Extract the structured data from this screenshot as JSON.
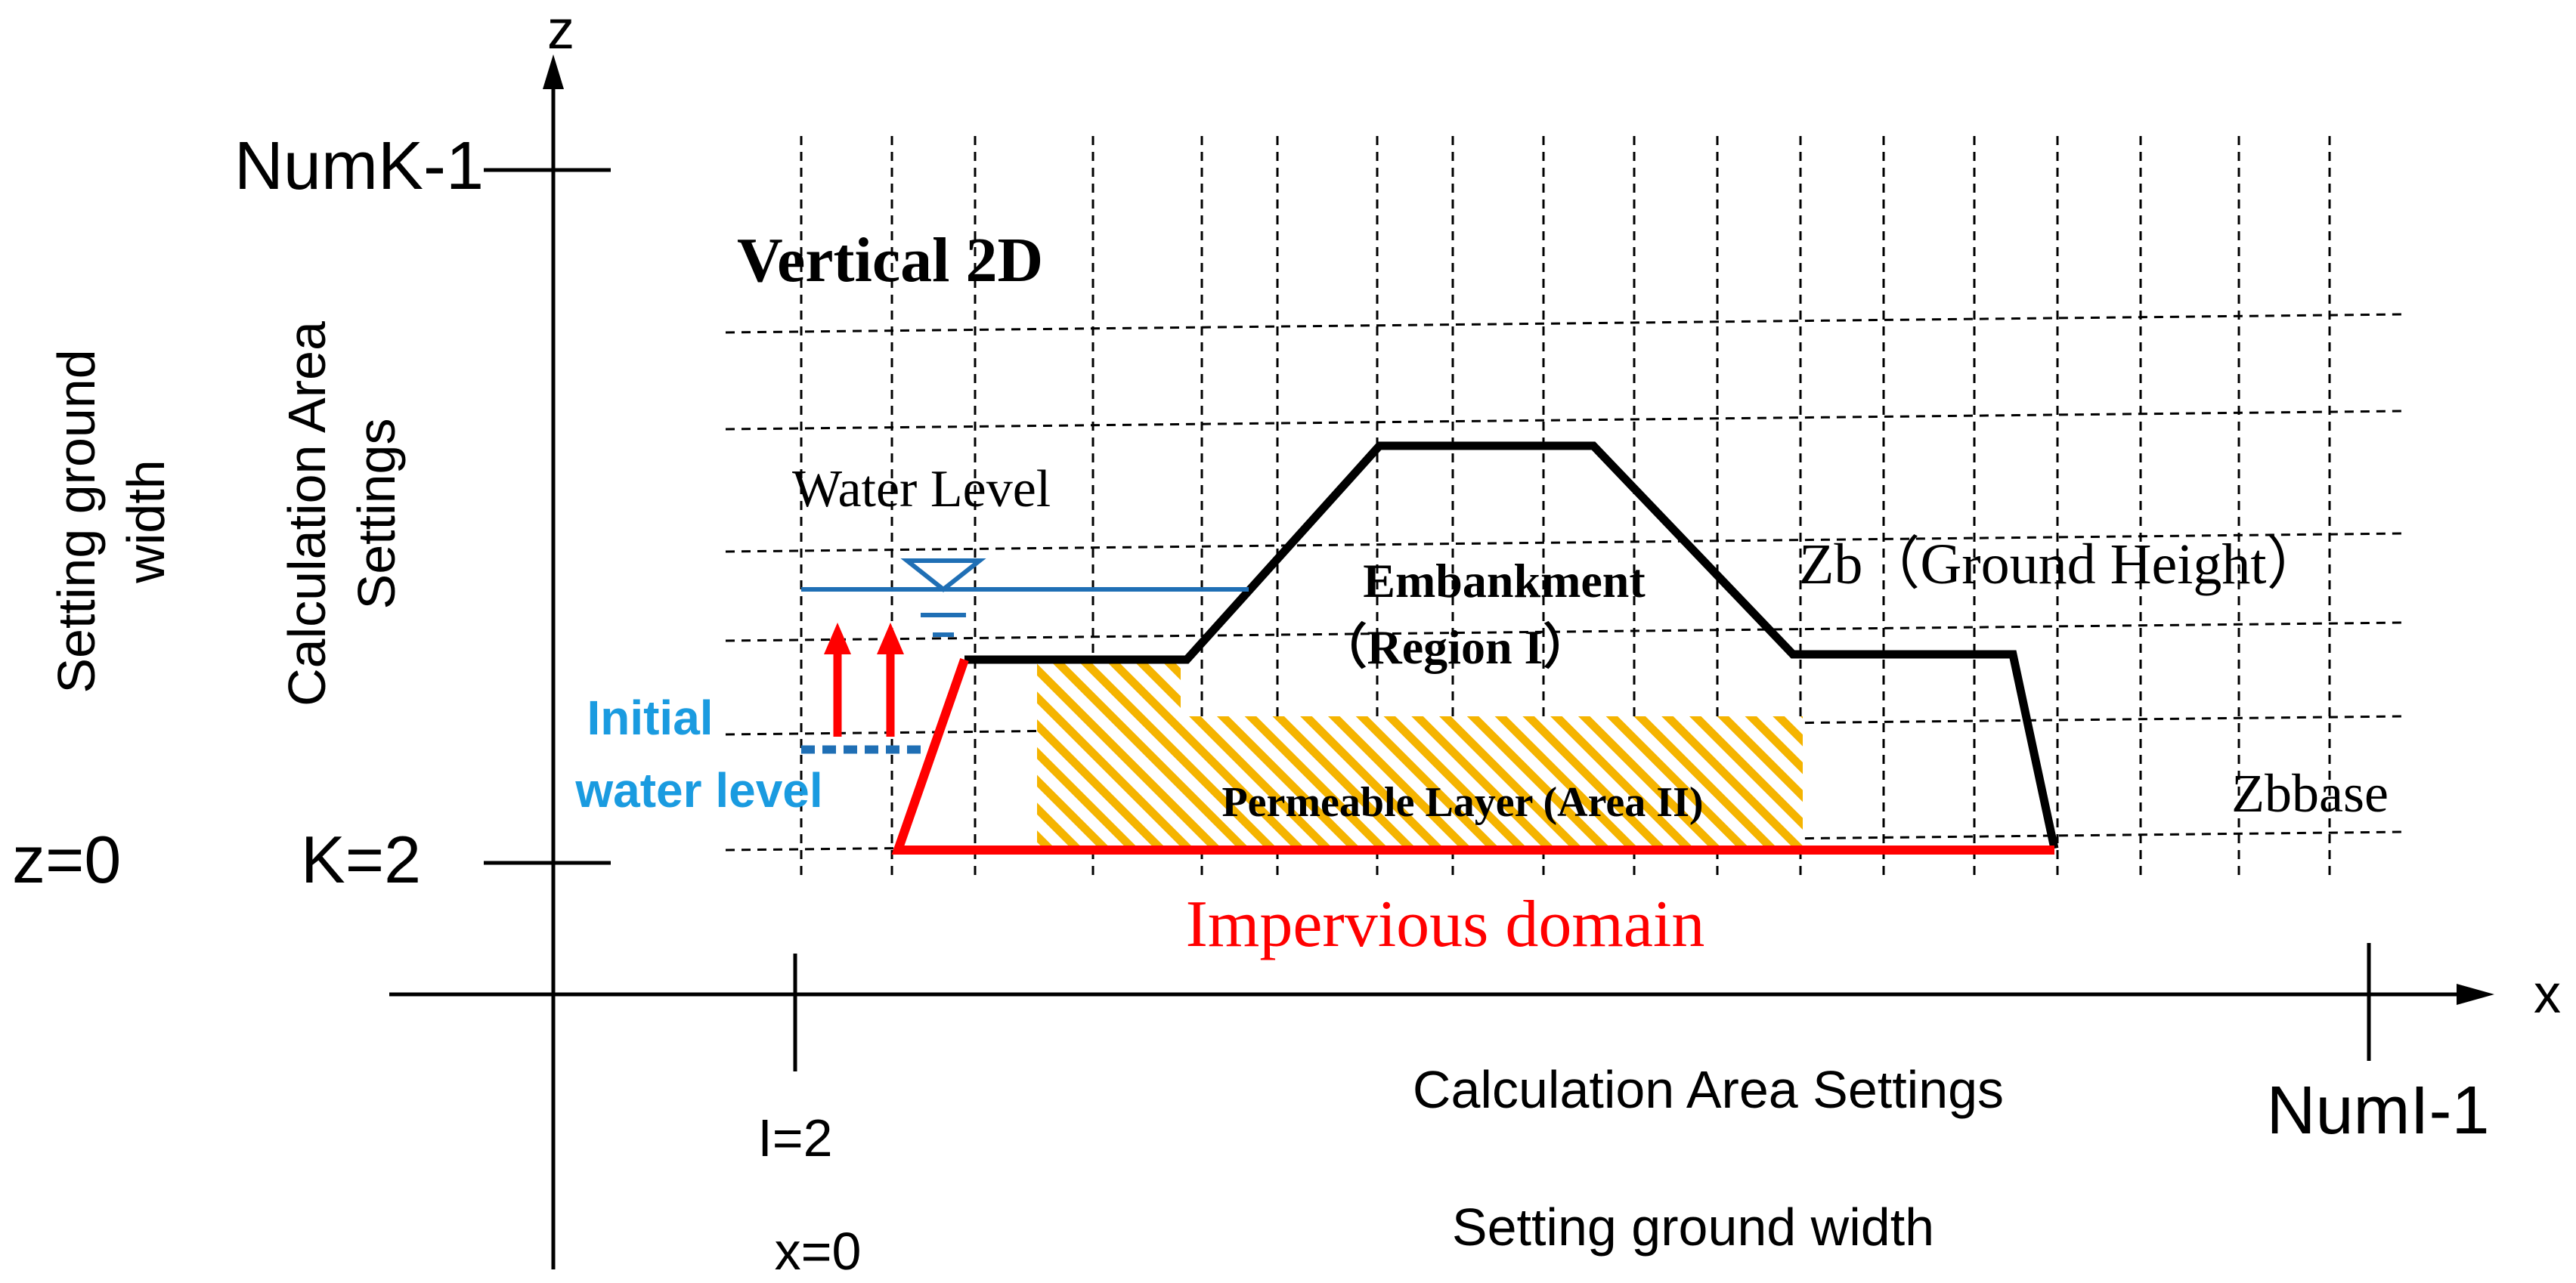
{
  "axes": {
    "z_label": "z",
    "x_label": "x",
    "z_top_tick": "NumK-1",
    "z_origin": "z=0",
    "k_origin": "K=2",
    "i_origin": "I=2",
    "x_origin": "x=0",
    "x_end_tick": "NumI-1"
  },
  "labels": {
    "title": "Vertical 2D",
    "setting_ground_width_vertical_line1": "Setting ground",
    "setting_ground_width_vertical_line2": "width",
    "calc_area_vertical_line1": "Calculation Area",
    "calc_area_vertical_line2": "Settings",
    "calc_area_horizontal": "Calculation Area Settings",
    "setting_ground_width_horizontal": "Setting ground width",
    "water_level": "Water Level",
    "initial_water_level_line1": "Initial",
    "initial_water_level_line2": "water level",
    "embankment_line1": "Embankment",
    "embankment_line2": "（Region I）",
    "ground_height": "Zb（Ground Height）",
    "zbbase": "Zbbase",
    "permeable_layer": "Permeable Layer (Area II)",
    "impervious_domain": "Impervious domain"
  },
  "colors": {
    "axis": "#000000",
    "grid": "#000000",
    "embankment": "#000000",
    "impervious": "#ff0000",
    "water": "#1f6fb5",
    "initial_water_text": "#1a9be0",
    "permeable_stripe": "#f5b400",
    "arrows": "#ff0000"
  }
}
